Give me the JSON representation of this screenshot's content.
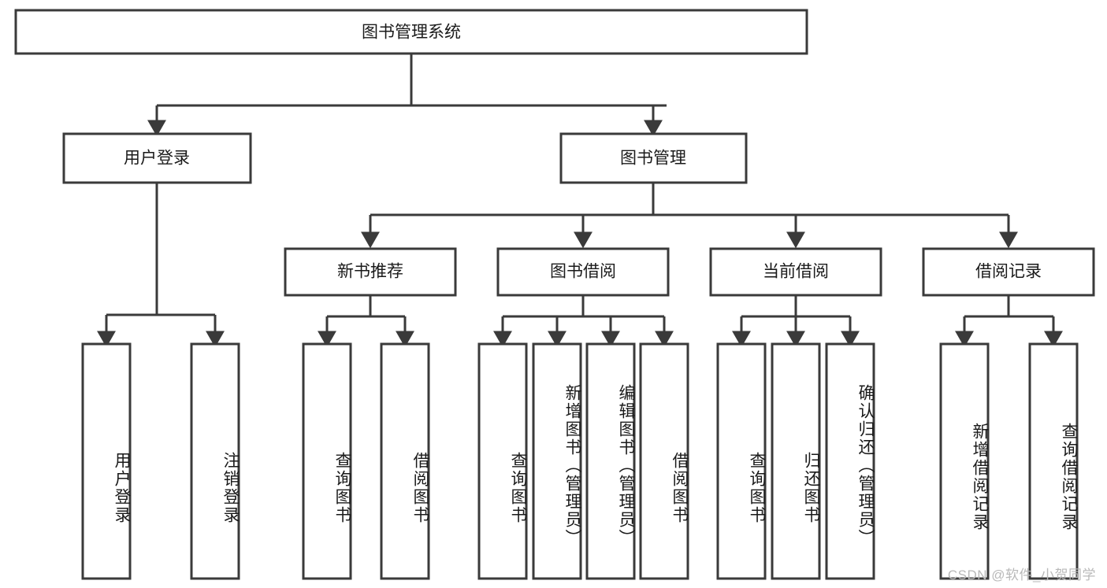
{
  "diagram": {
    "title": "图书管理系统",
    "type": "hierarchy-tree",
    "root": {
      "label": "图书管理系统",
      "orientation": "horizontal"
    },
    "level2": [
      {
        "label": "用户登录",
        "orientation": "horizontal"
      },
      {
        "label": "图书管理",
        "orientation": "horizontal"
      }
    ],
    "level3": [
      {
        "label": "新书推荐",
        "orientation": "horizontal"
      },
      {
        "label": "图书借阅",
        "orientation": "horizontal"
      },
      {
        "label": "当前借阅",
        "orientation": "horizontal"
      },
      {
        "label": "借阅记录",
        "orientation": "horizontal"
      }
    ],
    "leaves": {
      "user_login": [
        {
          "label": "用户登录",
          "orientation": "vertical"
        },
        {
          "label": "注销登录",
          "orientation": "vertical"
        }
      ],
      "new_book_recommend": [
        {
          "label": "查询图书",
          "orientation": "vertical"
        },
        {
          "label": "借阅图书",
          "orientation": "vertical"
        }
      ],
      "book_borrow": [
        {
          "label": "查询图书",
          "orientation": "vertical"
        },
        {
          "label": "新增图书（管理员）",
          "orientation": "vertical"
        },
        {
          "label": "编辑图书（管理员）",
          "orientation": "vertical"
        },
        {
          "label": "借阅图书",
          "orientation": "vertical"
        }
      ],
      "current_borrow": [
        {
          "label": "查询图书",
          "orientation": "vertical"
        },
        {
          "label": "归还图书",
          "orientation": "vertical"
        },
        {
          "label": "确认归还（管理员）",
          "orientation": "vertical"
        }
      ],
      "borrow_record": [
        {
          "label": "新增借阅记录",
          "orientation": "vertical"
        },
        {
          "label": "查询借阅记录",
          "orientation": "vertical"
        }
      ]
    },
    "watermark": "CSDN @软件_小贺同学",
    "colors": {
      "stroke": "#3a3a3a",
      "fill": "#ffffff",
      "text": "#1a1a1a",
      "watermark": "#b9b9b9",
      "background": "#ffffff"
    }
  }
}
